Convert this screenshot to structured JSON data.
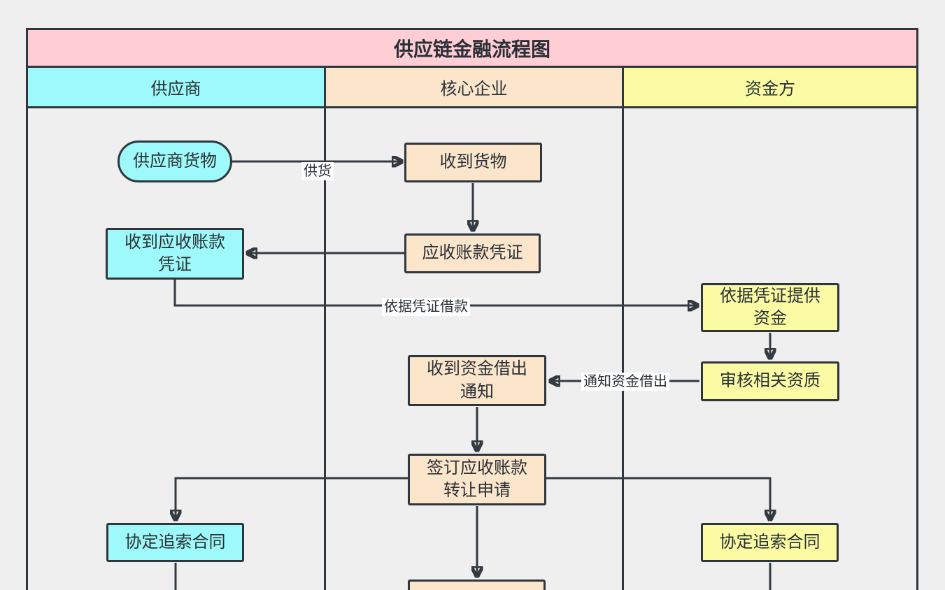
{
  "diagram": {
    "title": "供应链金融流程图",
    "lanes": [
      {
        "label": "供应商",
        "color": "#9EFAFA"
      },
      {
        "label": "核心企业",
        "color": "#FBE6CC"
      },
      {
        "label": "资金方",
        "color": "#FAFBA3"
      }
    ],
    "nodes": {
      "supplier_goods": {
        "label": "供应商货物",
        "shape": "stadium",
        "lane": "供应商",
        "color": "#9EFAFA"
      },
      "receive_goods": {
        "label": "收到货物",
        "shape": "rect",
        "lane": "核心企业",
        "color": "#FBE6CC"
      },
      "ar_voucher": {
        "label": "应收账款凭证",
        "shape": "rect",
        "lane": "核心企业",
        "color": "#FBE6CC"
      },
      "receive_ar_voucher": {
        "label": "收到应收账款\n凭证",
        "shape": "rect",
        "lane": "供应商",
        "color": "#9EFAFA"
      },
      "provide_funds": {
        "label": "依据凭证提供\n资金",
        "shape": "rect",
        "lane": "资金方",
        "color": "#FAFBA3"
      },
      "review_qualifications": {
        "label": "审核相关资质",
        "shape": "rect",
        "lane": "资金方",
        "color": "#FAFBA3"
      },
      "receive_loan_notice": {
        "label": "收到资金借出\n通知",
        "shape": "rect",
        "lane": "核心企业",
        "color": "#FBE6CC"
      },
      "sign_transfer_application": {
        "label": "签订应收账款\n转让申请",
        "shape": "rect",
        "lane": "核心企业",
        "color": "#FBE6CC"
      },
      "recourse_contract_left": {
        "label": "协定追索合同",
        "shape": "rect",
        "lane": "供应商",
        "color": "#9EFAFA"
      },
      "recourse_contract_right": {
        "label": "协定追索合同",
        "shape": "rect",
        "lane": "资金方",
        "color": "#FAFBA3"
      }
    },
    "edge_labels": {
      "supply": "供货",
      "loan_by_voucher": "依据凭证借款",
      "notify_loan": "通知资金借出"
    },
    "colors": {
      "title_bg": "#FFCDD4",
      "supplier_lane": "#9EFAFA",
      "core_lane": "#FBE6CC",
      "funder_lane": "#FAFBA3",
      "line": "#333A41",
      "canvas_bg": "#EFEFEF"
    }
  }
}
